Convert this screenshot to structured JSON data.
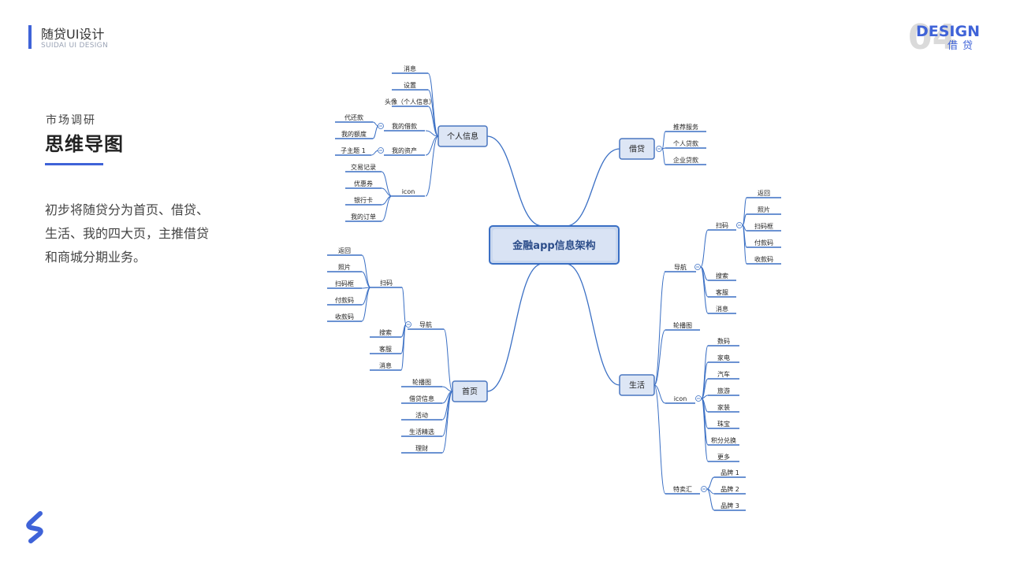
{
  "header": {
    "title": "随贷UI设计",
    "subtitle": "SUIDAI UI DESIGN"
  },
  "badge": {
    "number": "04",
    "word": "DESIGN",
    "sub": "借贷"
  },
  "section": {
    "label": "市场调研",
    "title": "思维导图"
  },
  "description": [
    "初步将随贷分为首页、借贷、",
    "生活、我的四大页，主推借贷",
    "和商城分期业务。"
  ],
  "mindmap": {
    "center": "金融app信息架构",
    "personal": {
      "label": "个人信息",
      "leaves": [
        "消息",
        "设置",
        "头像（个人信息）"
      ],
      "loans": {
        "label": "我的借款",
        "children": [
          "代还款",
          "我的额度"
        ]
      },
      "assets": {
        "label": "我的资产",
        "children": [
          "子主题 1"
        ]
      },
      "icon": {
        "label": "icon",
        "children": [
          "交易记录",
          "优惠券",
          "银行卡",
          "我的订单"
        ]
      }
    },
    "loan": {
      "label": "借贷",
      "children": [
        "推荐服务",
        "个人贷款",
        "企业贷款"
      ]
    },
    "home": {
      "label": "首页",
      "nav": {
        "label": "导航",
        "scan": {
          "label": "扫码",
          "children": [
            "返回",
            "照片",
            "扫码框",
            "付款码",
            "收款码"
          ]
        },
        "others": [
          "搜索",
          "客服",
          "消息"
        ]
      },
      "others": [
        "轮播图",
        "借贷信息",
        "活动",
        "生活精选",
        "理财"
      ]
    },
    "life": {
      "label": "生活",
      "nav": {
        "label": "导航",
        "scan": {
          "label": "扫码",
          "children": [
            "返回",
            "照片",
            "扫码框",
            "付款码",
            "收款码"
          ]
        },
        "others": [
          "搜索",
          "客服",
          "消息"
        ]
      },
      "banner": "轮播图",
      "icon": {
        "label": "icon",
        "children": [
          "数码",
          "家电",
          "汽车",
          "旅游",
          "家装",
          "珠宝",
          "积分兑换",
          "更多"
        ]
      },
      "special": {
        "label": "特卖汇",
        "children": [
          "品牌 1",
          "品牌 2",
          "品牌 3"
        ]
      }
    }
  },
  "colors": {
    "accent": "#3f63d8",
    "line": "#3a6fc4",
    "node_fill": "#dde6f5",
    "node_border": "#4a76c0"
  }
}
